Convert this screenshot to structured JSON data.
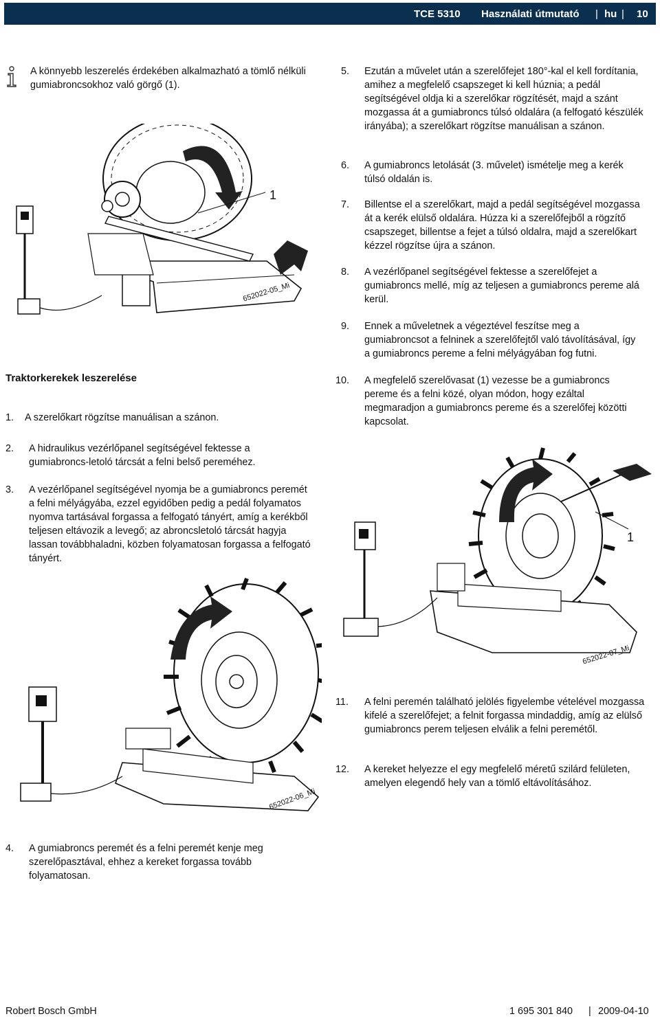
{
  "header": {
    "model": "TCE 5310",
    "doc_type": "Használati útmutató",
    "lang": "hu",
    "page": "10"
  },
  "note": {
    "icon": "info-icon",
    "text": "A könnyebb leszerelés érdekében alkalmazható a tömlő nélküli gumiabroncsokhoz való görgő (1)."
  },
  "figures": {
    "fig1": {
      "callout": "1",
      "code": "652022-05_Mi"
    },
    "fig2": {
      "callout": "1",
      "code": "652022-07_Mi"
    },
    "fig3": {
      "code": "652022-06_Mi"
    }
  },
  "section_title": "Traktorkerekek leszerelése",
  "left_steps": [
    {
      "num": "1.",
      "text": "A szerelőkart rögzítse manuálisan a szánon."
    },
    {
      "num": "2.",
      "text": "A hidraulikus vezérlőpanel segítségével fektesse a gumiabroncs-letoló tárcsát a felni belső pereméhez."
    },
    {
      "num": "3.",
      "text": "A vezérlőpanel segítségével nyomja be a gumiabroncs peremét a felni mélyágyába, ezzel egyidőben pedig a pedál folyamatos nyomva tartásával forgassa a felfogató tányért, amíg a kerékből teljesen eltávozik a levegő; az abroncsletoló tárcsát hagyja lassan továbbhaladni, közben folyamatosan forgassa a felfogató tányért."
    },
    {
      "num": "4.",
      "text": "A gumiabroncs peremét és a felni peremét kenje meg szerelőpasztával, ehhez a kereket forgassa tovább folyamatosan."
    }
  ],
  "right_steps": [
    {
      "num": "5.",
      "text": "Ezután a művelet után a szerelőfejet 180°-kal el kell fordítania, amihez a megfelelő csapszeget ki kell húznia; a pedál segítségével oldja ki a szerelőkar rögzítését, majd a szánt mozgassa át a gumiabroncs túlsó oldalára (a felfogató készülék irányába); a szerelőkart rögzítse manuálisan a szánon."
    },
    {
      "num": "6.",
      "text": "A gumiabroncs letolását (3. művelet) ismételje meg a kerék túlsó oldalán is."
    },
    {
      "num": "7.",
      "text": "Billentse el a szerelőkart, majd a pedál segítségével mozgassa át a kerék elülső oldalára. Húzza ki a szerelőfejből a rögzítő csapszeget, billentse a fejet a túlsó oldalra, majd a szerelőkart kézzel rögzítse újra a szánon."
    },
    {
      "num": "8.",
      "text": "A vezérlőpanel segítségével fektesse a szerelőfejet a gumiabroncs mellé, míg az teljesen a gumiabroncs pereme alá kerül."
    },
    {
      "num": "9.",
      "text": "Ennek a műveletnek a végeztével feszítse meg a gumiabroncsot a felninek a szerelőfejtől való távolításával, így a gumiabroncs pereme a felni mélyágyában fog futni."
    },
    {
      "num": "10.",
      "text": "A megfelelő szerelővasat (1) vezesse be a gumiabroncs pereme és a felni közé, olyan módon, hogy ezáltal megmaradjon a gumiabroncs pereme és a szerelőfej közötti kapcsolat."
    },
    {
      "num": "11.",
      "text": "A felni peremén található jelölés figyelembe vételével mozgassa kifelé a szerelőfejet; a felnit forgassa mindaddig, amíg az elülső gumiabroncs perem teljesen elválik a felni peremétől."
    },
    {
      "num": "12.",
      "text": "A kereket helyezze el egy megfelelő méretű szilárd felületen, amelyen elegendő hely van a tömlő eltávolításához."
    }
  ],
  "footer": {
    "company": "Robert Bosch GmbH",
    "docnum": "1 695 301 840",
    "date": "2009-04-10"
  }
}
